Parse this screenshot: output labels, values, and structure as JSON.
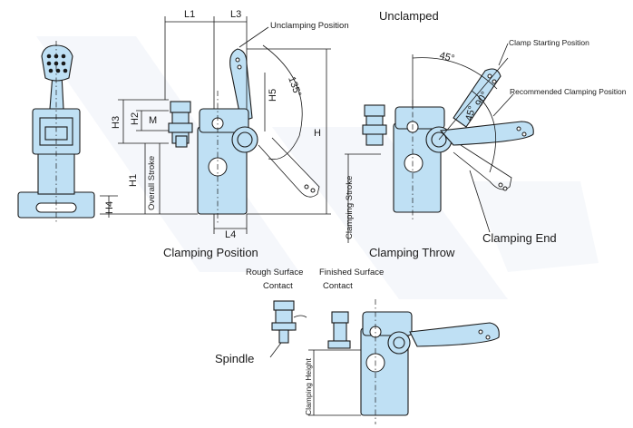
{
  "labels": {
    "unclamped": "Unclamped",
    "unclamping_position": "Unclamping Position",
    "clamp_starting_position": "Clamp Starting Position",
    "recommended_clamping_position": "Recommended Clamping Position",
    "clamping_position": "Clamping Position",
    "clamping_throw": "Clamping Throw",
    "clamping_end": "Clamping End",
    "clamping_stroke": "Clamping Stroke",
    "overall_stroke": "Overall Stroke",
    "rough_surface_contact_line1": "Rough Surface",
    "rough_surface_contact_line2": "Contact",
    "finished_surface_contact_line1": "Finished Surface",
    "finished_surface_contact_line2": "Contact",
    "spindle": "Spindle",
    "clamping_height": "Clamping Height"
  },
  "dimensions": {
    "l1": "L1",
    "l3": "L3",
    "l4": "L4",
    "h": "H",
    "h1": "H1",
    "h2": "H2",
    "h3": "H3",
    "h4": "H4",
    "h5": "H5",
    "m": "M"
  },
  "angles": {
    "a135": "135°",
    "a45_top": "45°",
    "a90": "90°",
    "a45_inner": "45°"
  },
  "colors": {
    "part_fill": "#bfe0f4",
    "line": "#1a1a1a",
    "watermark": "#eef1f8"
  }
}
